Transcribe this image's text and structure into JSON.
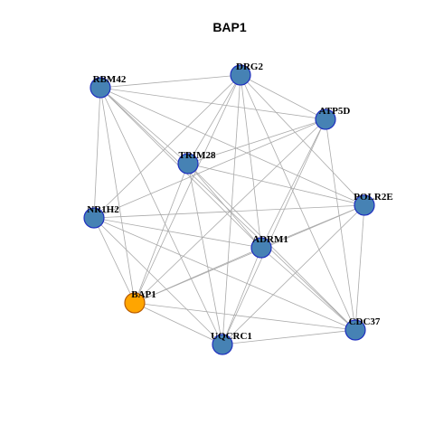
{
  "title": "BAP1",
  "colors": {
    "background": "#ffffff",
    "edge": "#aaaaaa",
    "node_fill": "#4682b4",
    "node_stroke": "#1f2fbf",
    "highlight_fill": "#ffa500",
    "highlight_stroke": "#b85c00",
    "label": "#000000"
  },
  "network": {
    "nodes": [
      {
        "id": "DRG2",
        "label": "DRG2",
        "highlight": false
      },
      {
        "id": "RBM42",
        "label": "RBM42",
        "highlight": false
      },
      {
        "id": "ATP5D",
        "label": "ATP5D",
        "highlight": false
      },
      {
        "id": "TRIM28",
        "label": "TRIM28",
        "highlight": false
      },
      {
        "id": "POLR2E",
        "label": "POLR2E",
        "highlight": false
      },
      {
        "id": "NR1H2",
        "label": "NR1H2",
        "highlight": false
      },
      {
        "id": "ADRM1",
        "label": "ADRM1",
        "highlight": false
      },
      {
        "id": "BAP1",
        "label": "BAP1",
        "highlight": true
      },
      {
        "id": "CDC37",
        "label": "CDC37",
        "highlight": false
      },
      {
        "id": "UQCRC1",
        "label": "UQCRC1",
        "highlight": false
      }
    ],
    "edges": [
      [
        "RBM42",
        "DRG2"
      ],
      [
        "RBM42",
        "ATP5D"
      ],
      [
        "RBM42",
        "TRIM28"
      ],
      [
        "RBM42",
        "POLR2E"
      ],
      [
        "RBM42",
        "NR1H2"
      ],
      [
        "RBM42",
        "ADRM1"
      ],
      [
        "RBM42",
        "BAP1"
      ],
      [
        "RBM42",
        "CDC37"
      ],
      [
        "RBM42",
        "UQCRC1"
      ],
      [
        "DRG2",
        "ATP5D"
      ],
      [
        "DRG2",
        "TRIM28"
      ],
      [
        "DRG2",
        "POLR2E"
      ],
      [
        "DRG2",
        "NR1H2"
      ],
      [
        "DRG2",
        "ADRM1"
      ],
      [
        "DRG2",
        "BAP1"
      ],
      [
        "DRG2",
        "CDC37"
      ],
      [
        "DRG2",
        "UQCRC1"
      ],
      [
        "ATP5D",
        "TRIM28"
      ],
      [
        "ATP5D",
        "NR1H2"
      ],
      [
        "ATP5D",
        "ADRM1"
      ],
      [
        "ATP5D",
        "BAP1"
      ],
      [
        "ATP5D",
        "CDC37"
      ],
      [
        "ATP5D",
        "UQCRC1"
      ],
      [
        "TRIM28",
        "POLR2E"
      ],
      [
        "TRIM28",
        "ADRM1"
      ],
      [
        "TRIM28",
        "BAP1"
      ],
      [
        "TRIM28",
        "CDC37"
      ],
      [
        "TRIM28",
        "UQCRC1"
      ],
      [
        "POLR2E",
        "NR1H2"
      ],
      [
        "POLR2E",
        "ADRM1"
      ],
      [
        "POLR2E",
        "BAP1"
      ],
      [
        "POLR2E",
        "CDC37"
      ],
      [
        "POLR2E",
        "UQCRC1"
      ],
      [
        "NR1H2",
        "ADRM1"
      ],
      [
        "NR1H2",
        "BAP1"
      ],
      [
        "NR1H2",
        "CDC37"
      ],
      [
        "NR1H2",
        "UQCRC1"
      ],
      [
        "ADRM1",
        "BAP1"
      ],
      [
        "ADRM1",
        "UQCRC1"
      ],
      [
        "ADRM1",
        "CDC37"
      ],
      [
        "BAP1",
        "UQCRC1"
      ],
      [
        "BAP1",
        "CDC37"
      ],
      [
        "UQCRC1",
        "CDC37"
      ]
    ]
  }
}
